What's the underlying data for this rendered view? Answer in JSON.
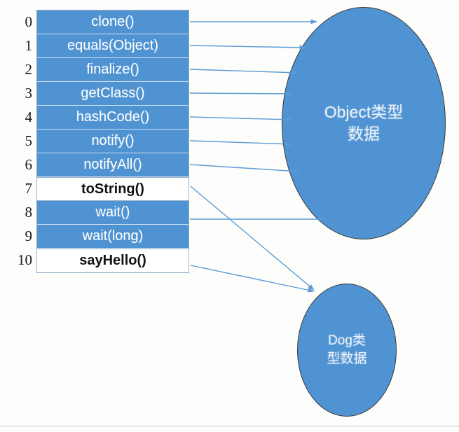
{
  "diagram": {
    "title": "Java Object method table to type-data mapping",
    "colors": {
      "fill_blue": "#5093d2",
      "table_border": "#8faac4",
      "empty_cell_border": "#9bb3cb",
      "arrow": "#5b9bd5",
      "ellipse_outline": "#3a3a3a",
      "background": "#fdfdfb",
      "index_text": "#1a1a1a"
    }
  },
  "method_table": {
    "name": "method-table",
    "rows": [
      {
        "index": "0",
        "label": "clone()",
        "style": "filled"
      },
      {
        "index": "1",
        "label": "equals(Object)",
        "style": "filled"
      },
      {
        "index": "2",
        "label": "finalize()",
        "style": "filled"
      },
      {
        "index": "3",
        "label": "getClass()",
        "style": "filled"
      },
      {
        "index": "4",
        "label": "hashCode()",
        "style": "filled"
      },
      {
        "index": "5",
        "label": "notify()",
        "style": "filled"
      },
      {
        "index": "6",
        "label": "notifyAll()",
        "style": "filled"
      },
      {
        "index": "7",
        "label": "toString()",
        "style": "empty"
      },
      {
        "index": "8",
        "label": "wait()",
        "style": "filled"
      },
      {
        "index": "9",
        "label": "wait(long)",
        "style": "filled"
      },
      {
        "index": "10",
        "label": "sayHello()",
        "style": "empty"
      }
    ]
  },
  "nodes": {
    "object_type": {
      "name": "object-type-ellipse",
      "line1": "Object类型",
      "line2": "数据",
      "full_text": "Object类型数据"
    },
    "dog_type": {
      "name": "dog-type-ellipse",
      "line1": "Dog类",
      "line2": "型数据",
      "full_text": "Dog类型数据"
    }
  },
  "connections": [
    {
      "from_row": "0",
      "from_label": "clone()",
      "to": "object_type",
      "kind": "horizontal"
    },
    {
      "from_row": "1",
      "from_label": "equals(Object)",
      "to": "object_type",
      "kind": "horizontal"
    },
    {
      "from_row": "2",
      "from_label": "finalize()",
      "to": "object_type",
      "kind": "horizontal"
    },
    {
      "from_row": "3",
      "from_label": "getClass()",
      "to": "object_type",
      "kind": "horizontal"
    },
    {
      "from_row": "4",
      "from_label": "hashCode()",
      "to": "object_type",
      "kind": "horizontal"
    },
    {
      "from_row": "5",
      "from_label": "notify()",
      "to": "object_type",
      "kind": "horizontal"
    },
    {
      "from_row": "6",
      "from_label": "notifyAll()",
      "to": "object_type",
      "kind": "horizontal"
    },
    {
      "from_row": "8",
      "from_label": "wait()",
      "to": "object_type",
      "kind": "horizontal"
    },
    {
      "from_row": "7",
      "from_label": "toString()",
      "to": "dog_type",
      "kind": "diagonal"
    },
    {
      "from_row": "10",
      "from_label": "sayHello()",
      "to": "dog_type",
      "kind": "diagonal"
    }
  ]
}
